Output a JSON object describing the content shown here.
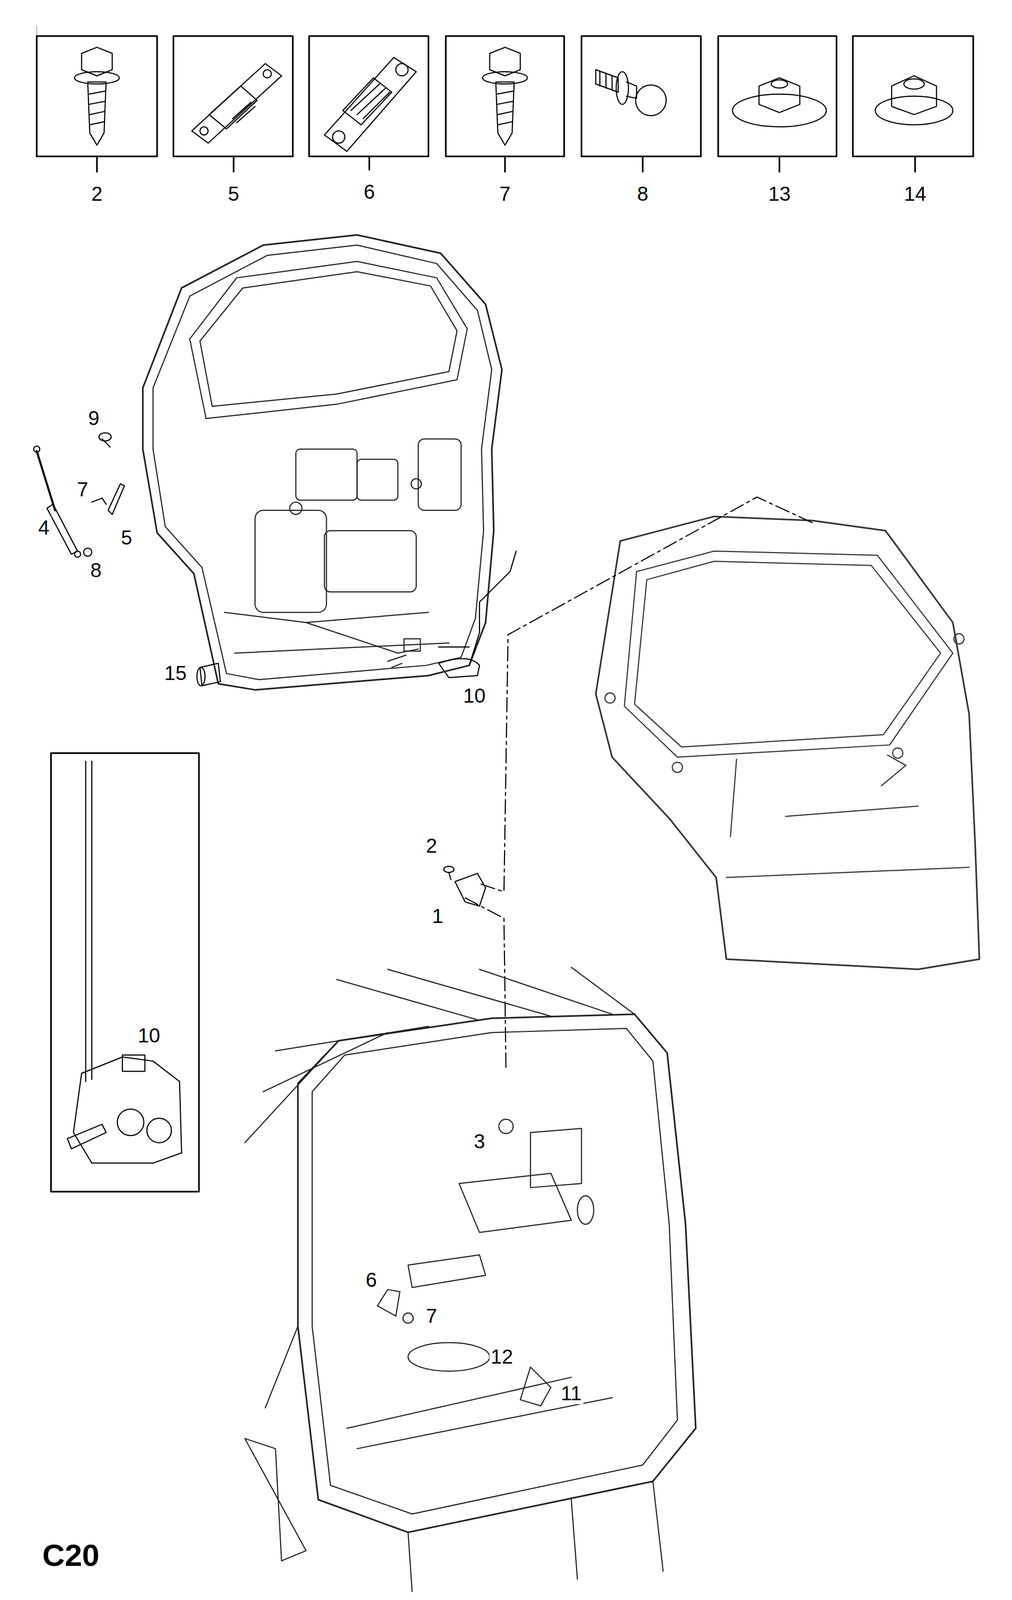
{
  "diagram": {
    "labels": [
      "2",
      "5",
      "6",
      "7",
      "8",
      "13",
      "14",
      "9",
      "7",
      "4",
      "5",
      "8",
      "15",
      "10",
      "10",
      "2",
      "1",
      "3",
      "6",
      "7",
      "12",
      "11",
      "C20"
    ]
  }
}
